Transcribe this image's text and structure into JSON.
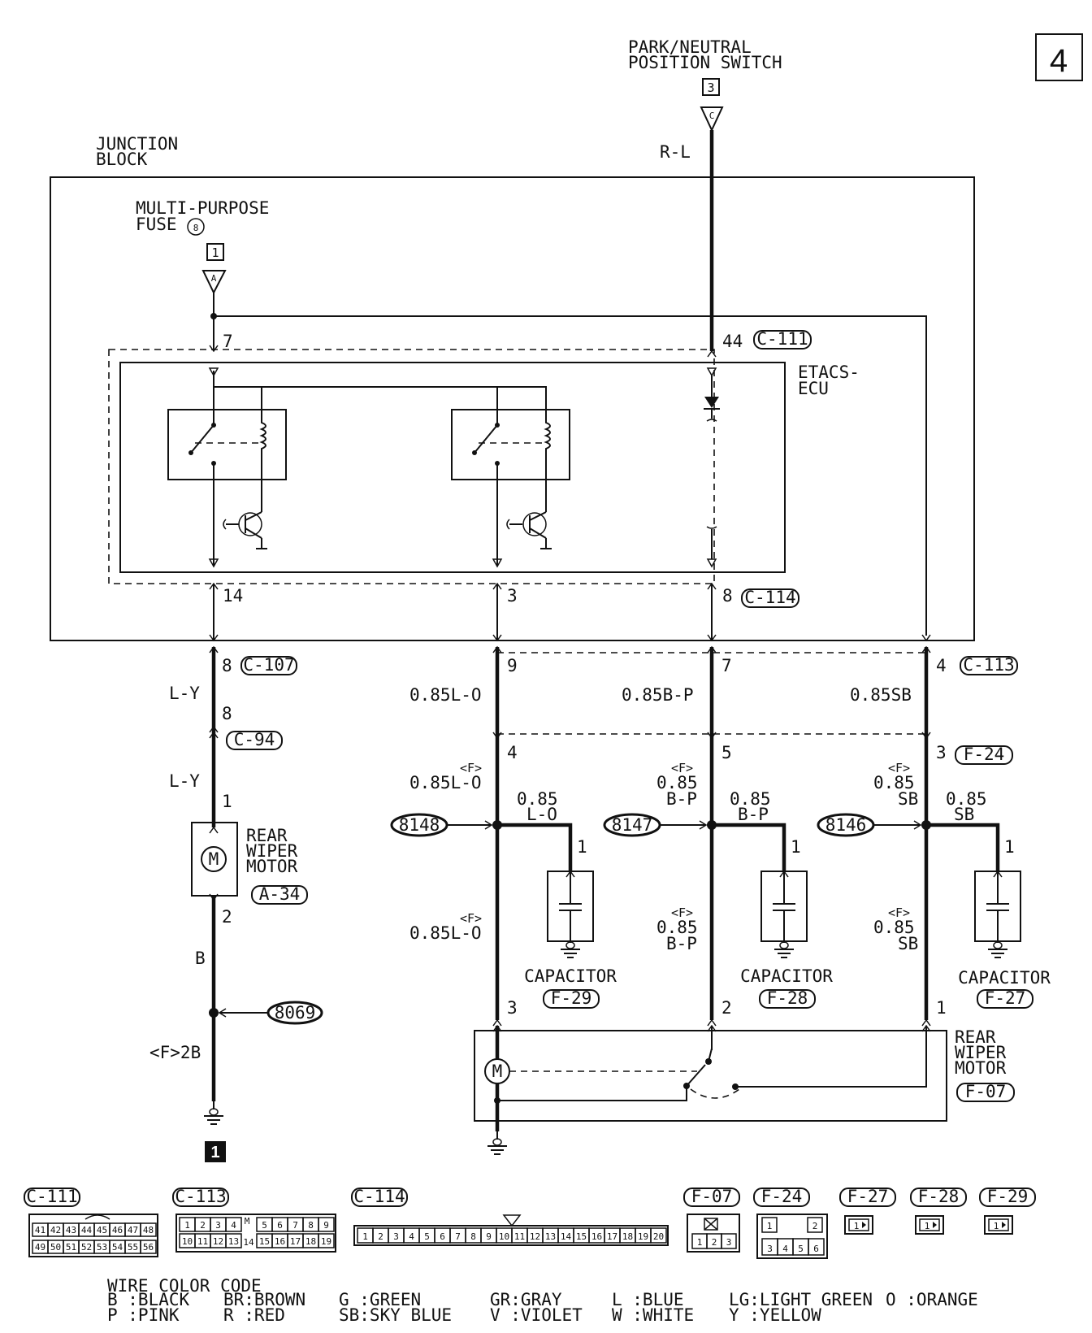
{
  "page_number": "4",
  "top": {
    "switch_label": [
      "PARK/NEUTRAL",
      "POSITION SWITCH"
    ],
    "switch_pin": "3",
    "switch_connector_letter": "C",
    "switch_wire": "R-L"
  },
  "junction_block": {
    "label": [
      "JUNCTION",
      "BLOCK"
    ],
    "fuse_label": [
      "MULTI-PURPOSE",
      "FUSE"
    ],
    "fuse_number": "8",
    "fuse_pin": "1",
    "fuse_connector_letter": "A",
    "pins": {
      "p7": "7",
      "p44": "44",
      "p14": "14",
      "p3": "3",
      "p8": "8"
    },
    "connectors": {
      "c111": "C-111",
      "c114": "C-114"
    },
    "ecu_label": [
      "ETACS-",
      "ECU"
    ]
  },
  "left_branch": {
    "pin_8a": "8",
    "conn_c107": "C-107",
    "wire_1": "L-Y",
    "pin_8b": "8",
    "conn_c94": "C-94",
    "wire_2": "L-Y",
    "pin_1": "1",
    "motor_label": [
      "REAR",
      "WIPER",
      "MOTOR"
    ],
    "motor_conn": "A-34",
    "motor_symbol": "M",
    "pin_2": "2",
    "wire_3": "B",
    "splice": "8069",
    "wire_4": "<F>2B",
    "ground_ref": "1"
  },
  "right_branches": {
    "c113_pins": [
      "9",
      "7",
      "4"
    ],
    "conn_c113": "C-113",
    "wires_top": [
      "0.85L-O",
      "0.85B-P",
      "0.85SB"
    ],
    "f24_pins": [
      "4",
      "5",
      "3"
    ],
    "conn_f24": "F-24",
    "f_tag": "<F>",
    "mid_labels": [
      [
        "0.85L-O"
      ],
      [
        "0.85",
        "B-P"
      ],
      [
        "0.85",
        "SB"
      ]
    ],
    "cap_wires": [
      [
        "0.85",
        "L-O"
      ],
      [
        "0.85",
        "B-P"
      ],
      [
        "0.85",
        "SB"
      ]
    ],
    "splices": [
      "8148",
      "8147",
      "8146"
    ],
    "cap_pins": [
      "1",
      "1",
      "1"
    ],
    "capacitor_label": "CAPACITOR",
    "cap_conns": [
      "F-29",
      "F-28",
      "F-27"
    ],
    "low_labels": [
      [
        "0.85L-O"
      ],
      [
        "0.85",
        "B-P"
      ],
      [
        "0.85",
        "SB"
      ]
    ],
    "motor_pins": [
      "3",
      "2",
      "1"
    ],
    "motor_label": [
      "REAR",
      "WIPER",
      "MOTOR"
    ],
    "motor_conn": "F-07",
    "motor_symbol": "M"
  },
  "connector_views": {
    "c111": {
      "name": "C-111",
      "row1": [
        "41",
        "42",
        "43",
        "44",
        "45",
        "46",
        "47",
        "48"
      ],
      "row2": [
        "49",
        "50",
        "51",
        "52",
        "53",
        "54",
        "55",
        "56"
      ]
    },
    "c113": {
      "name": "C-113",
      "row1": [
        "1",
        "2",
        "3",
        "4",
        "5",
        "6",
        "7",
        "8",
        "9"
      ],
      "row2": [
        "10",
        "11",
        "12",
        "13",
        "14",
        "15",
        "16",
        "17",
        "18",
        "19"
      ],
      "mark": "M"
    },
    "c114": {
      "name": "C-114",
      "cells": [
        "1",
        "2",
        "3",
        "4",
        "5",
        "6",
        "7",
        "8",
        "9",
        "10",
        "11",
        "12",
        "13",
        "14",
        "15",
        "16",
        "17",
        "18",
        "19",
        "20"
      ]
    },
    "f07": {
      "name": "F-07",
      "cells": [
        "1",
        "2",
        "3"
      ]
    },
    "f24": {
      "name": "F-24",
      "row1": [
        "1",
        "2"
      ],
      "row2": [
        "3",
        "4",
        "5",
        "6"
      ]
    },
    "f27": {
      "name": "F-27",
      "cell": "1"
    },
    "f28": {
      "name": "F-28",
      "cell": "1"
    },
    "f29": {
      "name": "F-29",
      "cell": "1"
    }
  },
  "legend": {
    "title": "WIRE COLOR CODE",
    "row1": [
      "B :BLACK",
      "BR:BROWN",
      "G :GREEN",
      "GR:GRAY",
      "L :BLUE",
      "LG:LIGHT GREEN",
      "O :ORANGE"
    ],
    "row2": [
      "P :PINK",
      "R :RED",
      "SB:SKY BLUE",
      "V :VIOLET",
      "W :WHITE",
      "Y :YELLOW"
    ]
  }
}
